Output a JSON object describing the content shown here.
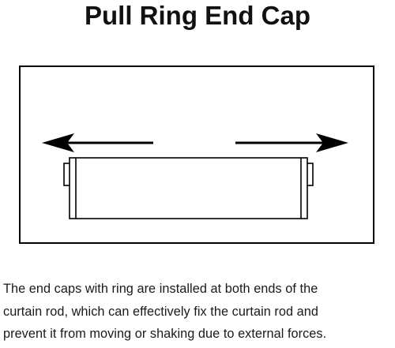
{
  "title": "Pull Ring End Cap",
  "caption": {
    "line1": "The end caps with ring are installed at both ends of the",
    "line2": "curtain rod, which can effectively fix the curtain rod and",
    "line3": "prevent it from moving or shaking due to external forces."
  },
  "diagram": {
    "stroke_color": "#000000",
    "background_color": "#ffffff"
  }
}
